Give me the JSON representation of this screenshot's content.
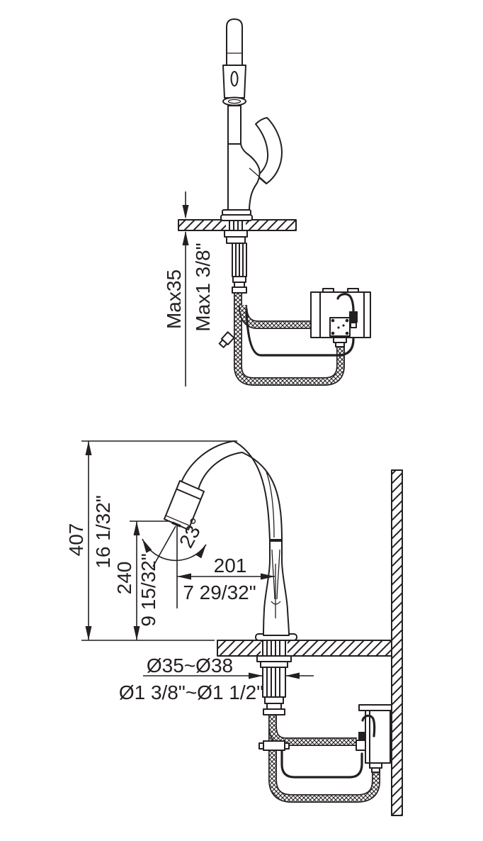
{
  "page": {
    "background": "#ffffff",
    "line_color": "#241f20",
    "drawing_type": "pull-down kitchen faucet installation diagram"
  },
  "dimensions": {
    "counter_thickness": {
      "metric": "Max35",
      "imperial": "Max1 3/8\""
    },
    "overall_height": {
      "metric": "407",
      "imperial": "16 1/32\""
    },
    "spout_height": {
      "metric": "240",
      "imperial": "9 15/32\""
    },
    "spout_reach": {
      "metric": "201",
      "imperial": "7 29/32\""
    },
    "spray_angle": {
      "degrees": "23°"
    },
    "mounting_hole_diameter": {
      "metric": "Ø35~Ø38",
      "imperial": "Ø1 3/8\"~Ø1 1/2\""
    }
  }
}
